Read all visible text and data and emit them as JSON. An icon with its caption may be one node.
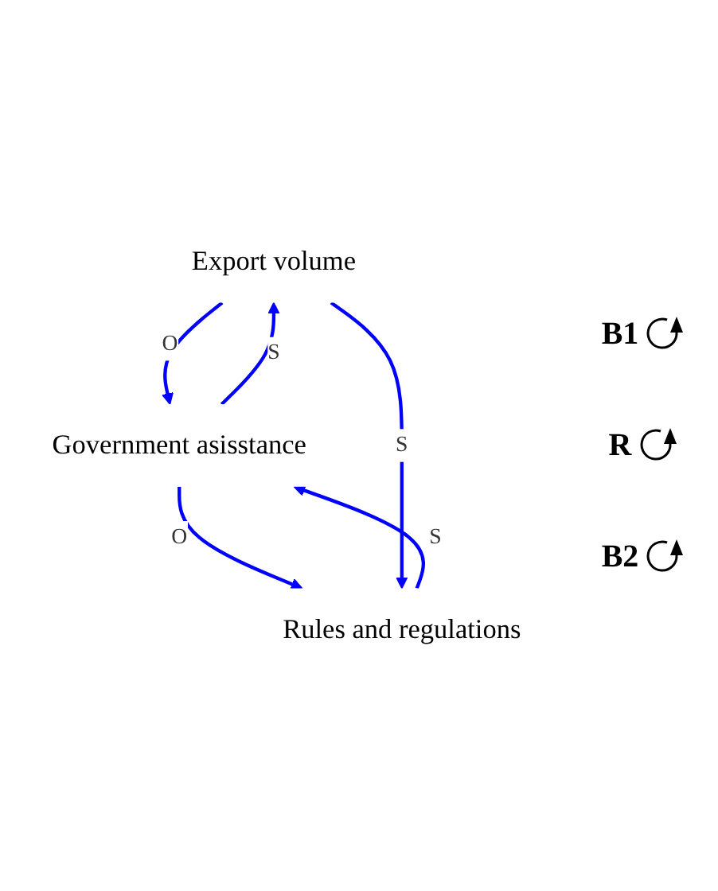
{
  "diagram": {
    "nodes": [
      {
        "text": [
          "Export volume"
        ]
      },
      {
        "text": [
          "Government asisstance"
        ]
      },
      {
        "text": [
          "Rules and regulations"
        ]
      }
    ],
    "edges": [
      {
        "from": 0,
        "to": 1,
        "arrow": "to",
        "label": "O"
      },
      {
        "from": 1,
        "to": 0,
        "arrow": "to",
        "label": "S"
      },
      {
        "from": 1,
        "to": 2,
        "arrow": "to",
        "label": "O"
      },
      {
        "from": 2,
        "to": 1,
        "arrow": "to",
        "label": "S"
      },
      {
        "from": 0,
        "to": 2,
        "arrow": "to",
        "label": "S"
      }
    ],
    "labels": [
      "B1",
      "R",
      "B2"
    ]
  }
}
